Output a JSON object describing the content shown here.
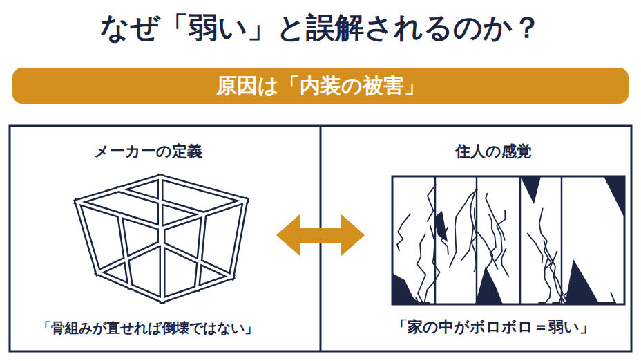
{
  "diagram": {
    "title": "なぜ「弱い」と誤解されるのか？",
    "nodes": [
      {
        "text": [
          "原因は「内装の被害」"
        ]
      },
      {
        "text": [
          "メーカーの定義",
          "「骨組みが直せれば倒壊ではない」"
        ]
      },
      {
        "text": [
          "住人の感覚",
          "「家の中がボロボロ＝弱い」"
        ]
      }
    ],
    "edges": [
      {
        "from": 1,
        "to": 2,
        "arrow": "both"
      }
    ]
  }
}
